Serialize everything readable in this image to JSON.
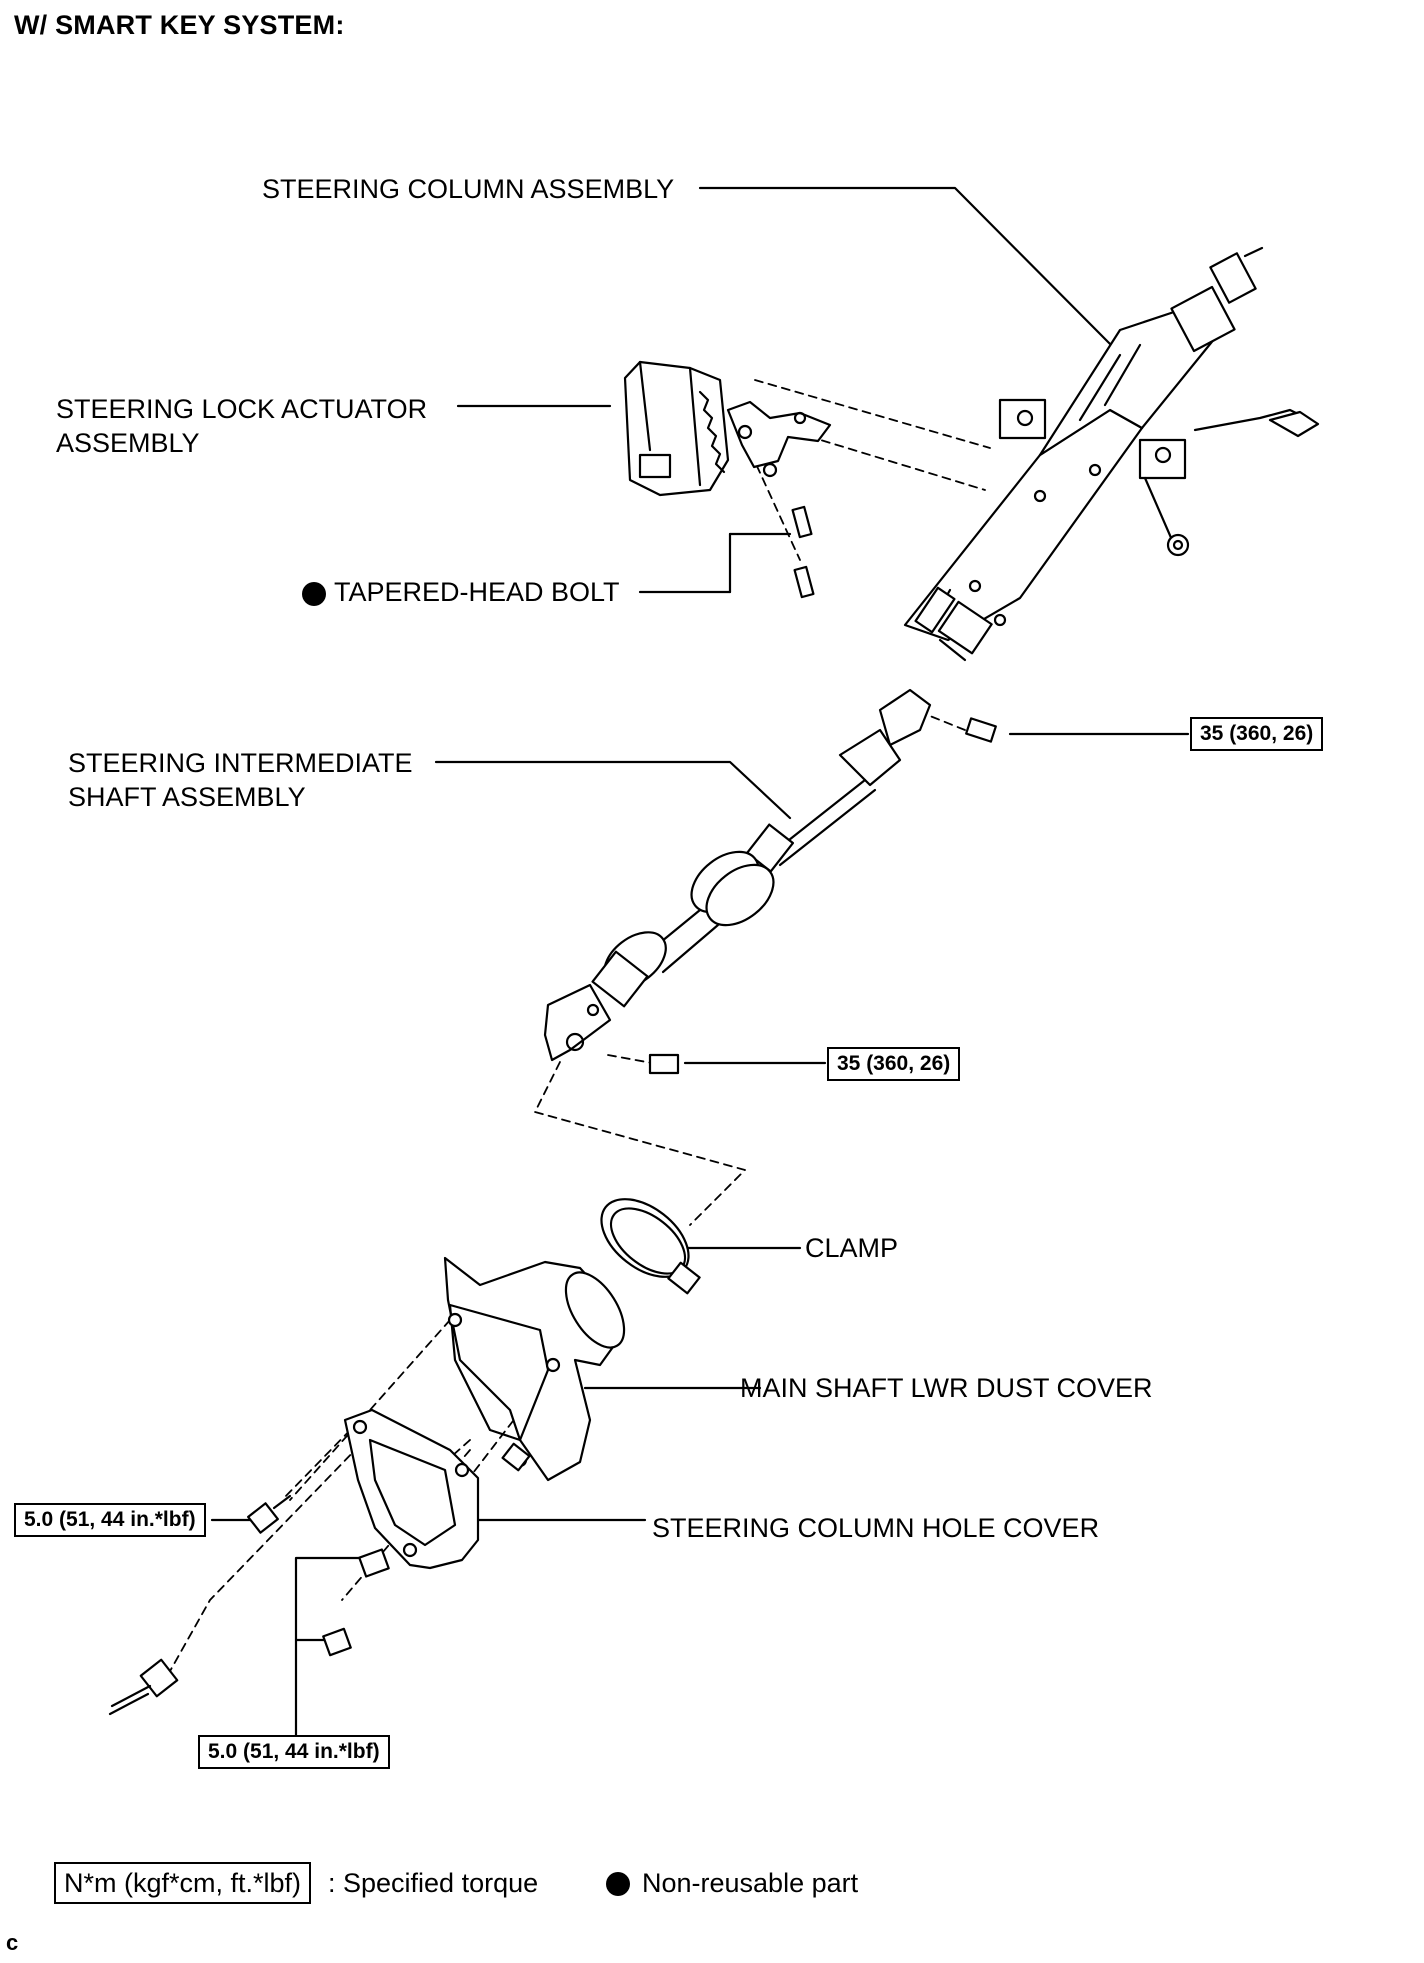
{
  "header": {
    "title": "W/ SMART KEY SYSTEM:"
  },
  "labels": {
    "steering_column_assembly": "STEERING COLUMN ASSEMBLY",
    "steering_lock_actuator_line1": "STEERING LOCK ACTUATOR",
    "steering_lock_actuator_line2": "ASSEMBLY",
    "tapered_head_bolt": "TAPERED-HEAD BOLT",
    "intermediate_shaft_line1": "STEERING INTERMEDIATE",
    "intermediate_shaft_line2": "SHAFT ASSEMBLY",
    "clamp": "CLAMP",
    "main_shaft_lwr_dust_cover": "MAIN SHAFT LWR DUST COVER",
    "steering_column_hole_cover": "STEERING COLUMN HOLE COVER"
  },
  "torques": {
    "upper_shaft_bolt": "35 (360, 26)",
    "lower_shaft_bolt": "35 (360, 26)",
    "hole_cover_bolt": "5.0 (51, 44 in.*lbf)",
    "hole_cover_nuts": "5.0 (51, 44 in.*lbf)"
  },
  "legend": {
    "torque_unit_box": "N*m (kgf*cm, ft.*lbf)",
    "torque_desc": ": Specified torque",
    "nonreusable_desc": "Non-reusable part"
  },
  "footer": {
    "corner_mark": "c"
  }
}
